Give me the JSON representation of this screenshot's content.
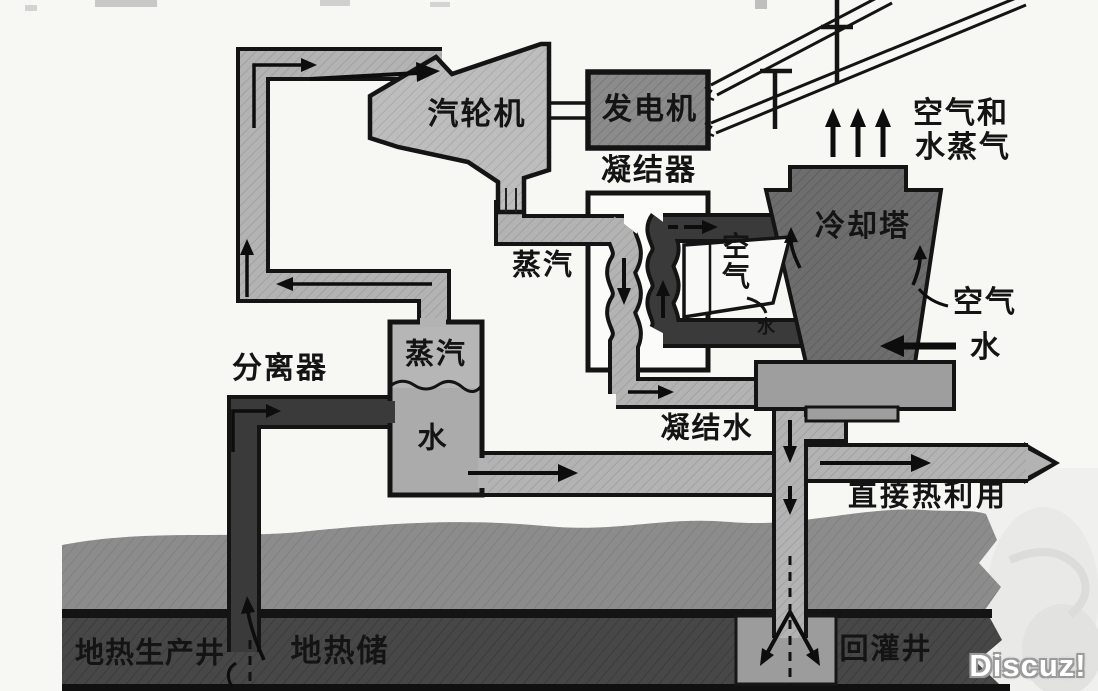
{
  "diagram": {
    "type": "geothermal-power-plant-schematic",
    "equipment": {
      "turbine": "汽轮机",
      "generator": "发电机",
      "condenser": "凝结器",
      "cooling_tower": "冷却塔",
      "separator": "分离器"
    },
    "separator_sections": {
      "steam": "蒸汽",
      "water": "水"
    },
    "flow_labels": {
      "steam_to_condenser": "蒸汽",
      "condensate": "凝结水",
      "direct_heat_use": "直接热利用",
      "air_in_tower": "空气",
      "water_drip": "水",
      "air_intake": "空气",
      "water_makeup": "水",
      "exhaust_line1": "空气和",
      "exhaust_line2": "水蒸气"
    },
    "subsurface": {
      "production_well": "地热生产井",
      "reservoir": "地热储",
      "injection_well": "回灌井"
    },
    "watermark": "Discuz!",
    "colors": {
      "background": "#f7f7f4",
      "pipe_light": "#b3b3b3",
      "pipe_dark": "#3a3a3a",
      "turbine_fill": "#bdbdbd",
      "generator_fill": "#8b8b8b",
      "cooling_tower_fill": "#6d6d6d",
      "soil": "#8c8c8c",
      "reservoir_band": "#474747",
      "outline": "#141414"
    }
  }
}
